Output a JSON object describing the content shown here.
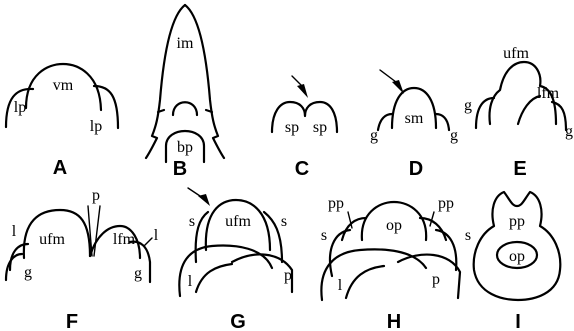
{
  "panels": [
    {
      "id": "A",
      "label": "A",
      "parts": [
        "vm",
        "lp",
        "lp"
      ]
    },
    {
      "id": "B",
      "label": "B",
      "parts": [
        "im",
        "bp"
      ]
    },
    {
      "id": "C",
      "label": "C",
      "parts": [
        "sp",
        "sp"
      ]
    },
    {
      "id": "D",
      "label": "D",
      "parts": [
        "sm",
        "g",
        "g"
      ]
    },
    {
      "id": "E",
      "label": "E",
      "parts": [
        "ufm",
        "lfm",
        "g",
        "g"
      ]
    },
    {
      "id": "F",
      "label": "F",
      "parts": [
        "p",
        "l",
        "ufm",
        "lfm",
        "l",
        "g",
        "g"
      ]
    },
    {
      "id": "G",
      "label": "G",
      "parts": [
        "s",
        "ufm",
        "s",
        "l",
        "p"
      ]
    },
    {
      "id": "H",
      "label": "H",
      "parts": [
        "pp",
        "pp",
        "op",
        "s",
        "s",
        "l",
        "p"
      ]
    },
    {
      "id": "I",
      "label": "I",
      "parts": [
        "pp",
        "op"
      ]
    }
  ]
}
